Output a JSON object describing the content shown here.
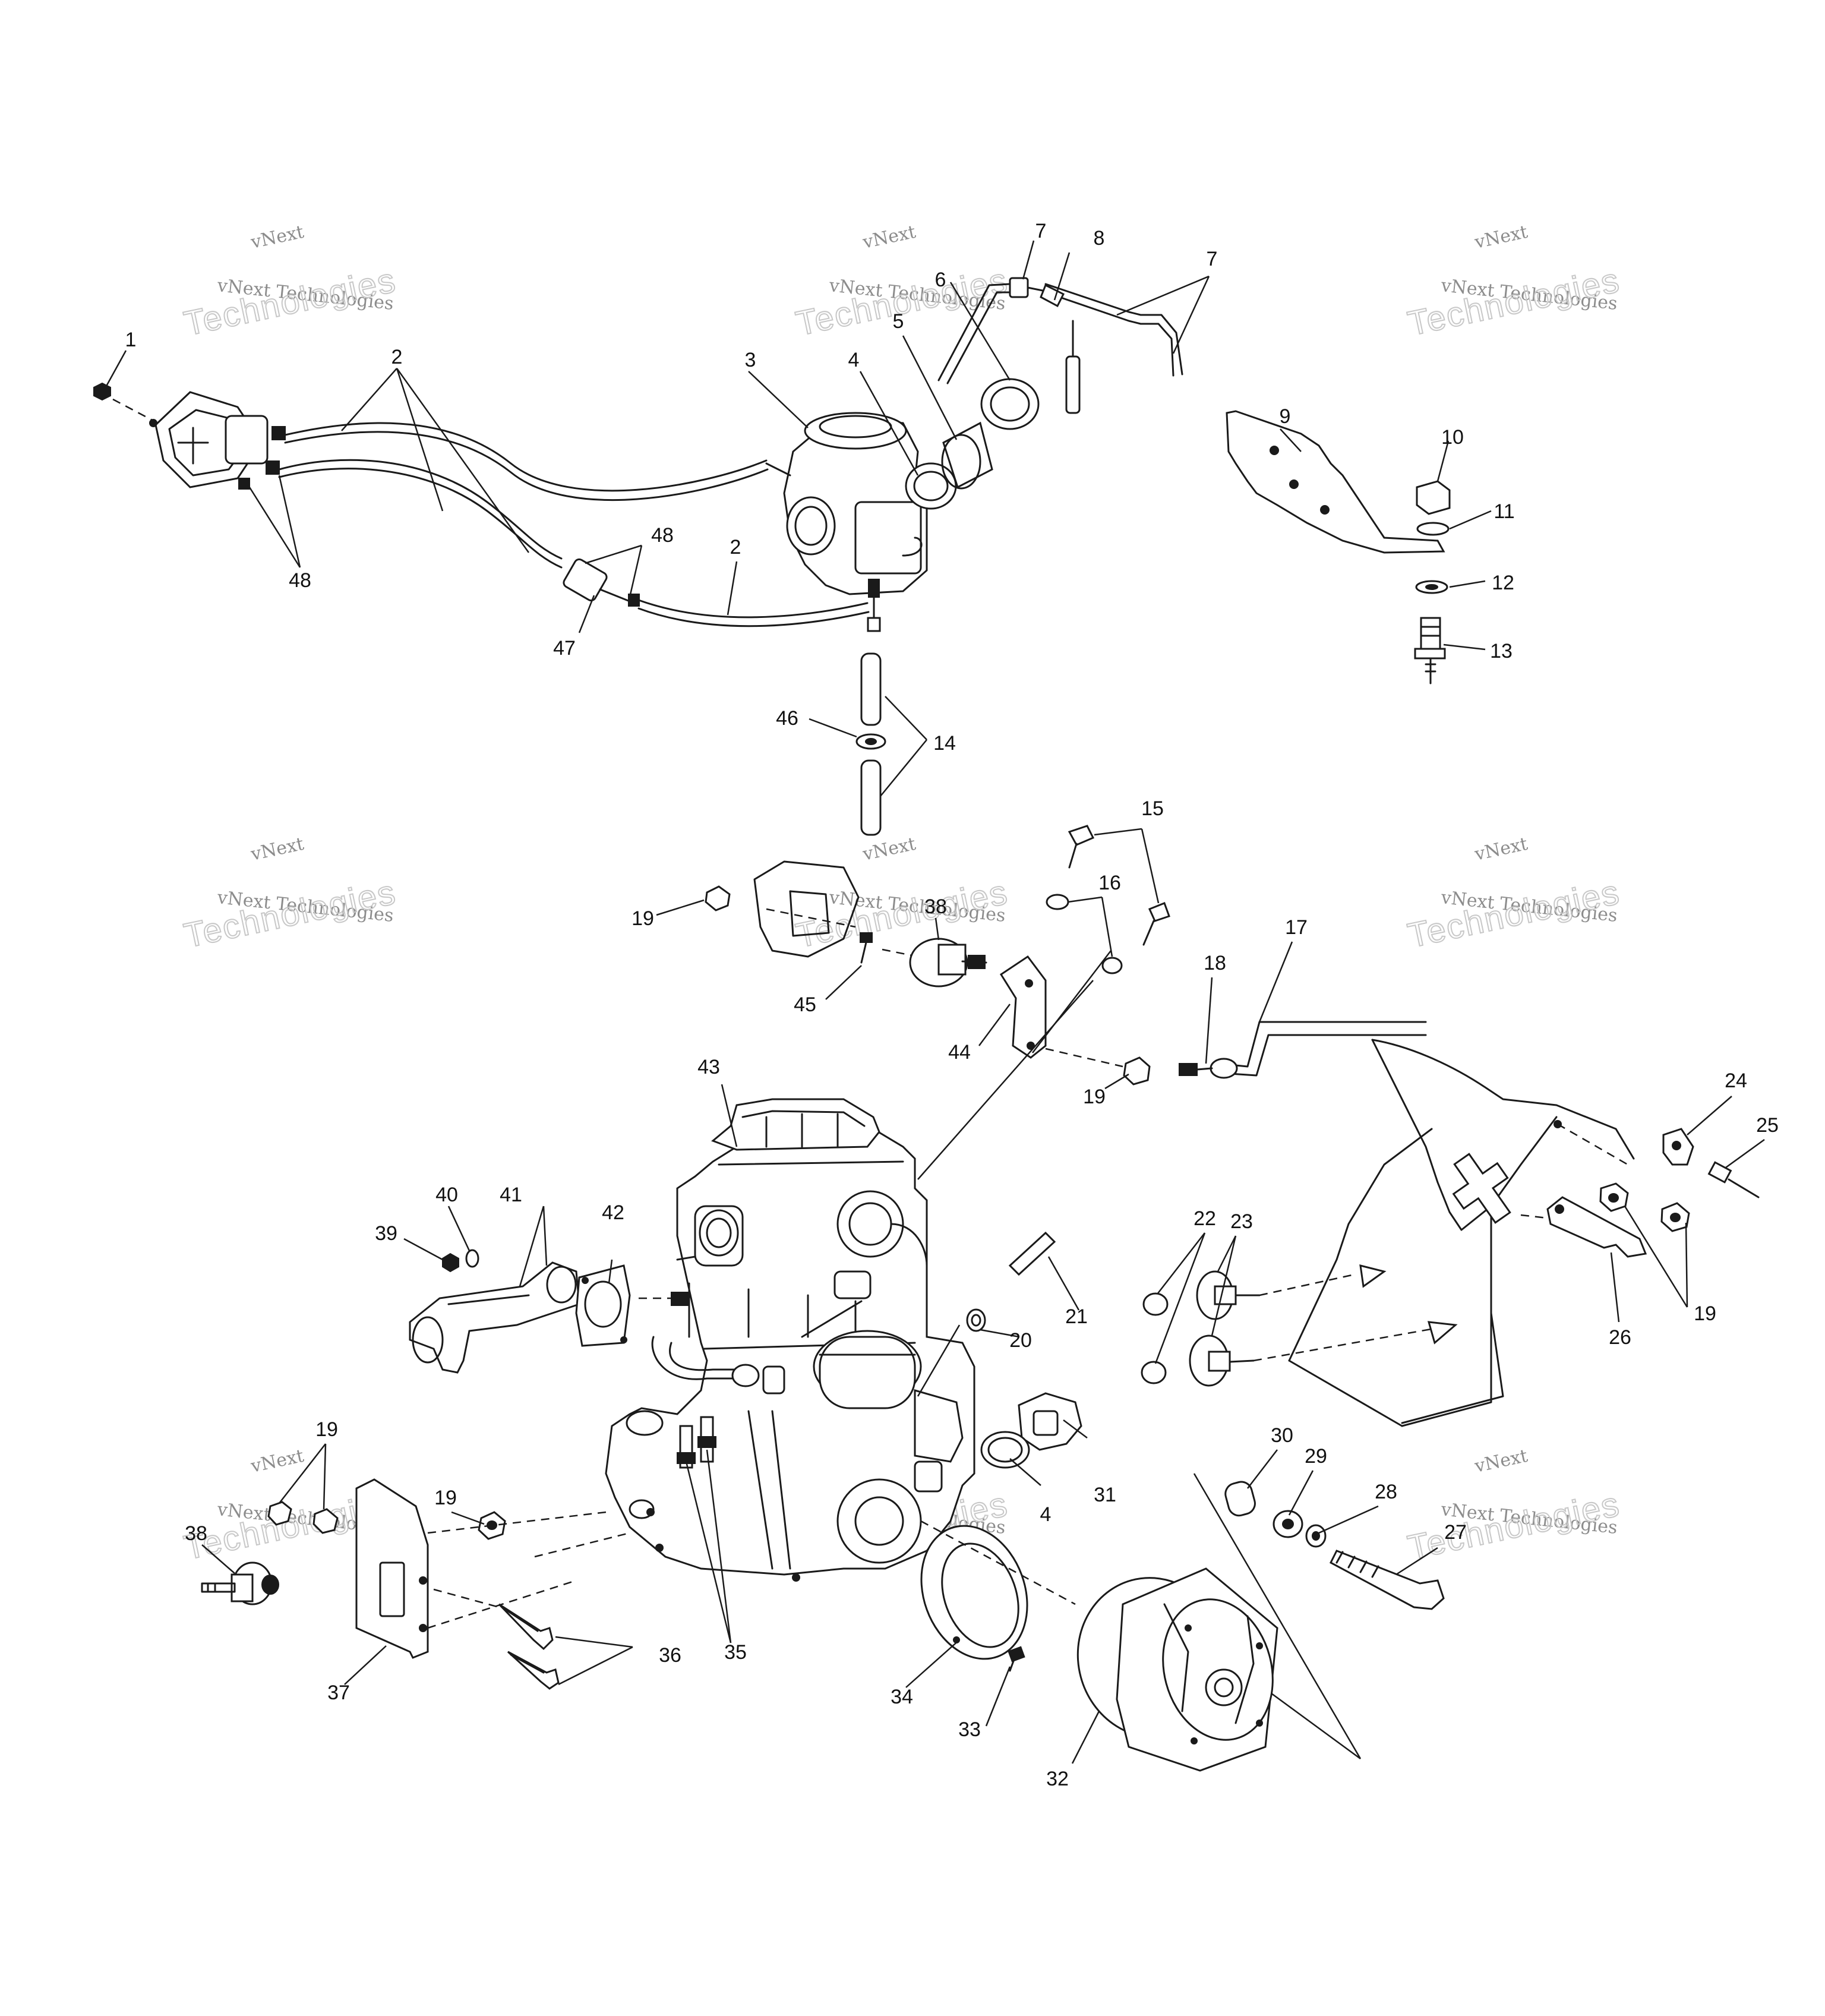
{
  "watermark": {
    "line1": "vNext",
    "line2": "vNext Technologies",
    "line3": "Technologies"
  },
  "callouts": [
    "1",
    "2",
    "2",
    "3",
    "4",
    "4",
    "5",
    "6",
    "7",
    "7",
    "8",
    "9",
    "10",
    "11",
    "12",
    "13",
    "14",
    "15",
    "16",
    "17",
    "18",
    "19",
    "19",
    "19",
    "19",
    "19",
    "20",
    "21",
    "22",
    "23",
    "24",
    "25",
    "26",
    "27",
    "28",
    "29",
    "30",
    "31",
    "32",
    "33",
    "34",
    "35",
    "36",
    "37",
    "38",
    "38",
    "39",
    "40",
    "41",
    "42",
    "43",
    "44",
    "45",
    "46",
    "47",
    "48",
    "48"
  ]
}
